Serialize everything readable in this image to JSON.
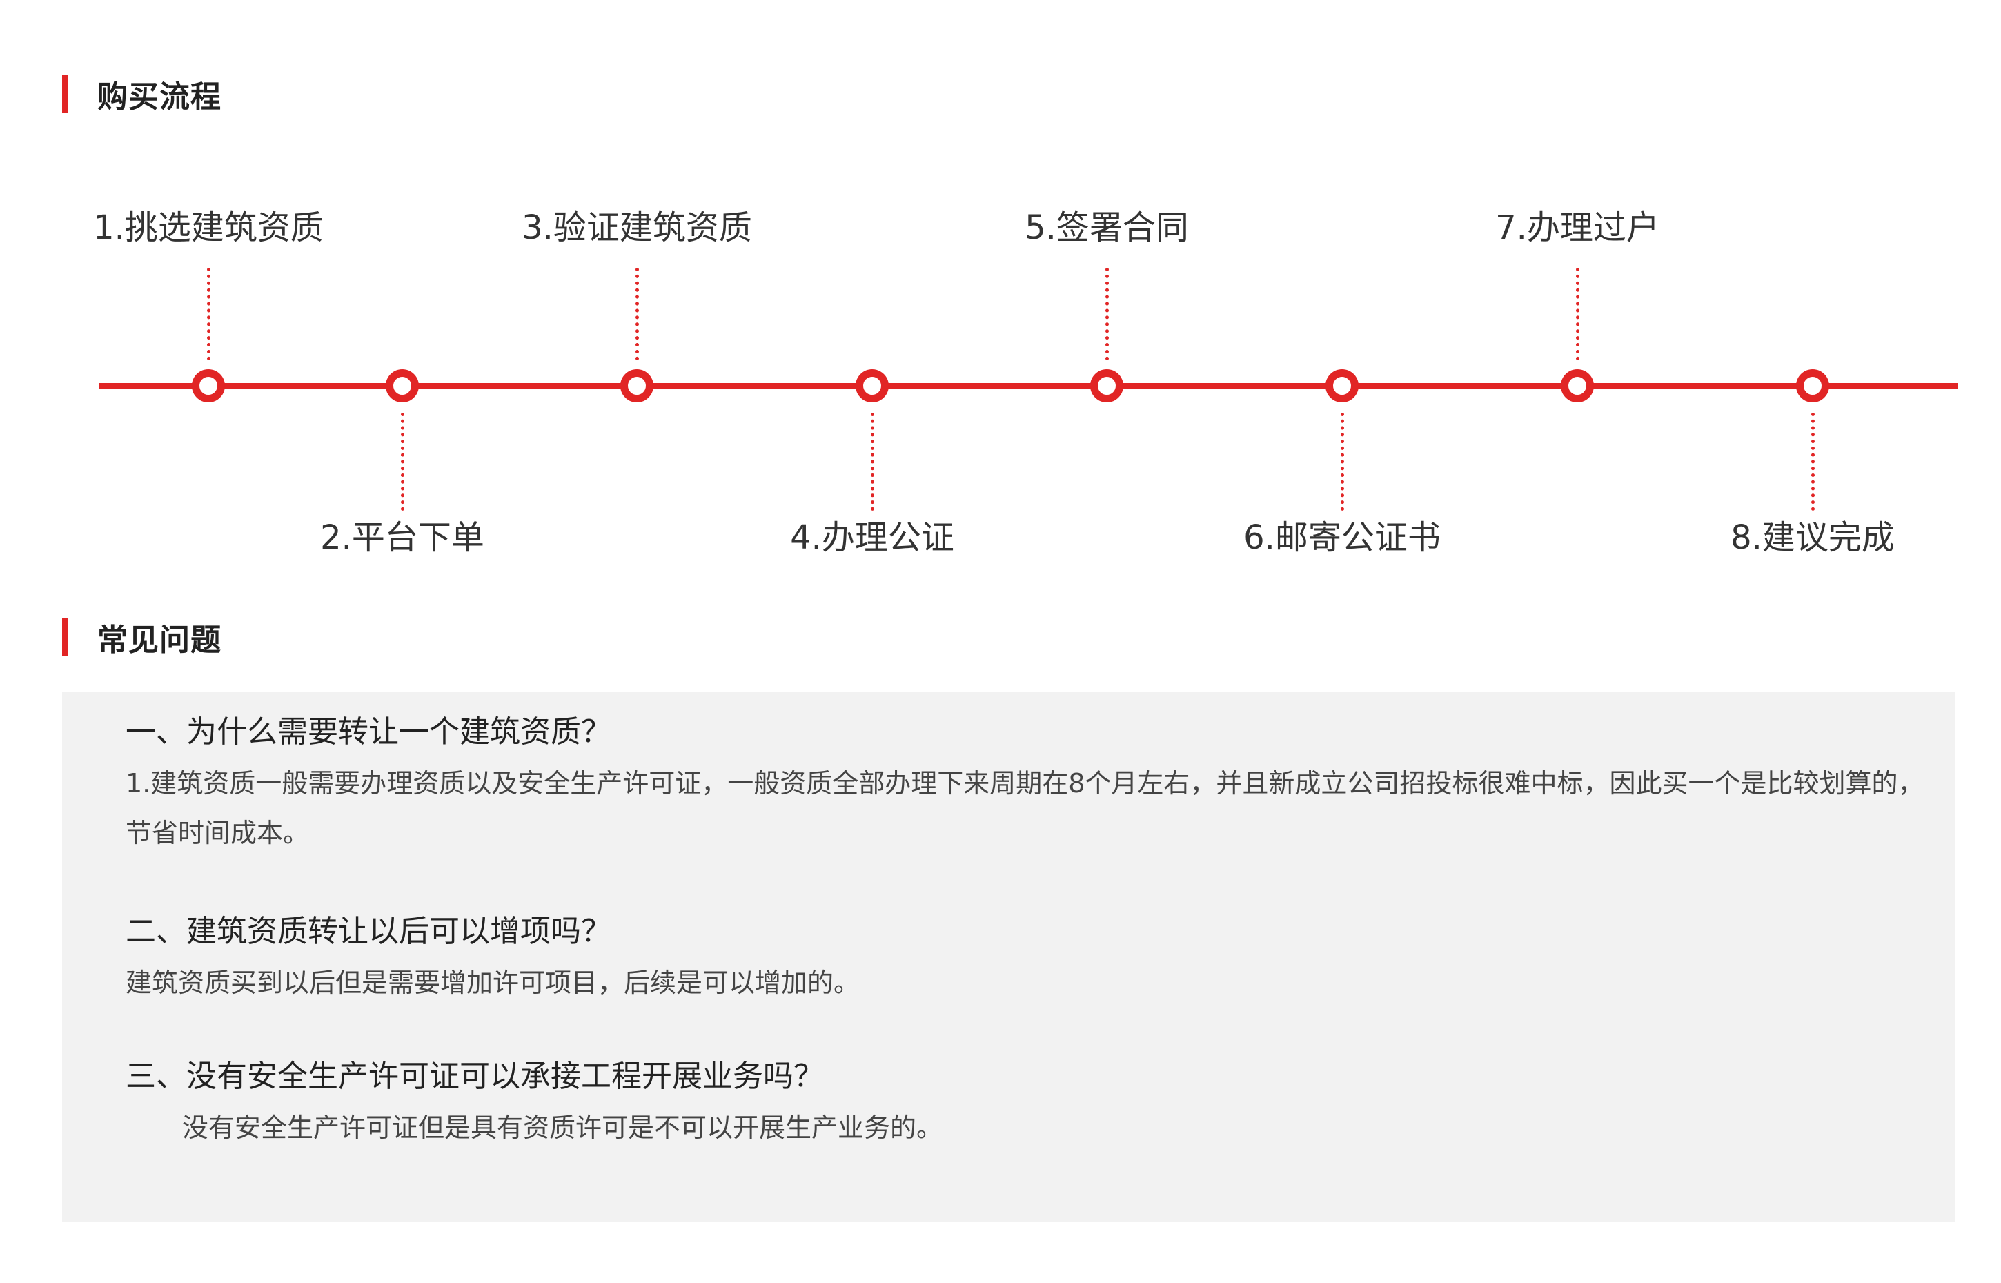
{
  "colors": {
    "accent": "#e12525",
    "panel_bg": "#f2f2f2",
    "text": "#333333"
  },
  "purchase_process": {
    "title": "购买流程",
    "steps": [
      {
        "label": "1.挑选建筑资质",
        "position": "above"
      },
      {
        "label": "2.平台下单",
        "position": "below"
      },
      {
        "label": "3.验证建筑资质",
        "position": "above"
      },
      {
        "label": "4.办理公证",
        "position": "below"
      },
      {
        "label": "5.签署合同",
        "position": "above"
      },
      {
        "label": "6.邮寄公证书",
        "position": "below"
      },
      {
        "label": "7.办理过户",
        "position": "above"
      },
      {
        "label": "8.建议完成",
        "position": "below"
      }
    ]
  },
  "faq": {
    "title": "常见问题",
    "items": [
      {
        "question": "一、为什么需要转让一个建筑资质？",
        "answer": "1.建筑资质一般需要办理资质以及安全生产许可证，一般资质全部办理下来周期在8个月左右，并且新成立公司招投标很难中标，因此买一个是比较划算的，节省时间成本。"
      },
      {
        "question": "二、建筑资质转让以后可以增项吗？",
        "answer": "建筑资质买到以后但是需要增加许可项目，后续是可以增加的。"
      },
      {
        "question": "三、没有安全生产许可证可以承接工程开展业务吗？",
        "answer": "没有安全生产许可证但是具有资质许可是不可以开展生产业务的。"
      }
    ]
  }
}
